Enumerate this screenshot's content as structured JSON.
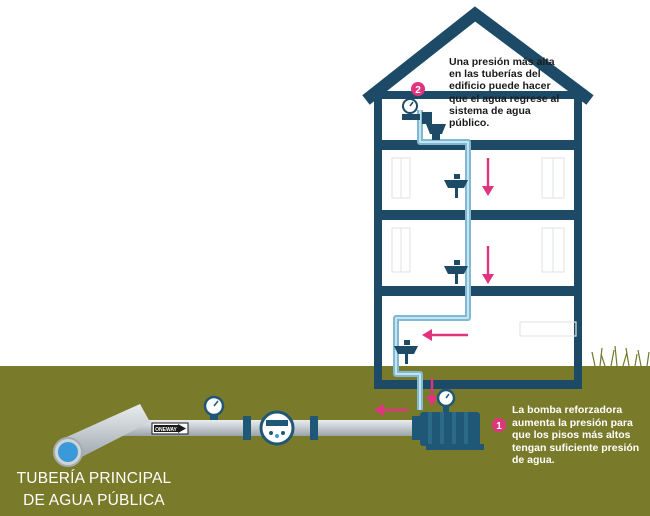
{
  "notes": {
    "step2_number": "2",
    "step2_text": "Una presión más alta en las tuberías del edificio puede hacer que el agua regrese al sistema de agua público.",
    "step1_number": "1",
    "step1_text": "La bomba reforzadora aumenta la presión para que los pisos más altos tengan suficiente presión de agua."
  },
  "main_pipe": {
    "title_line1": "TUBERÍA PRINCIPAL",
    "title_line2": "DE AGUA PÚBLICA"
  },
  "flow_sign": "ONEWAY",
  "colors": {
    "ground": "#7a7a2b",
    "house_frame": "#1d4a66",
    "pipe_blue": "#8ec8df",
    "pipe_gray": "#c9cfd2",
    "arrow_pink": "#e0347f",
    "pump": "#1f5876"
  }
}
